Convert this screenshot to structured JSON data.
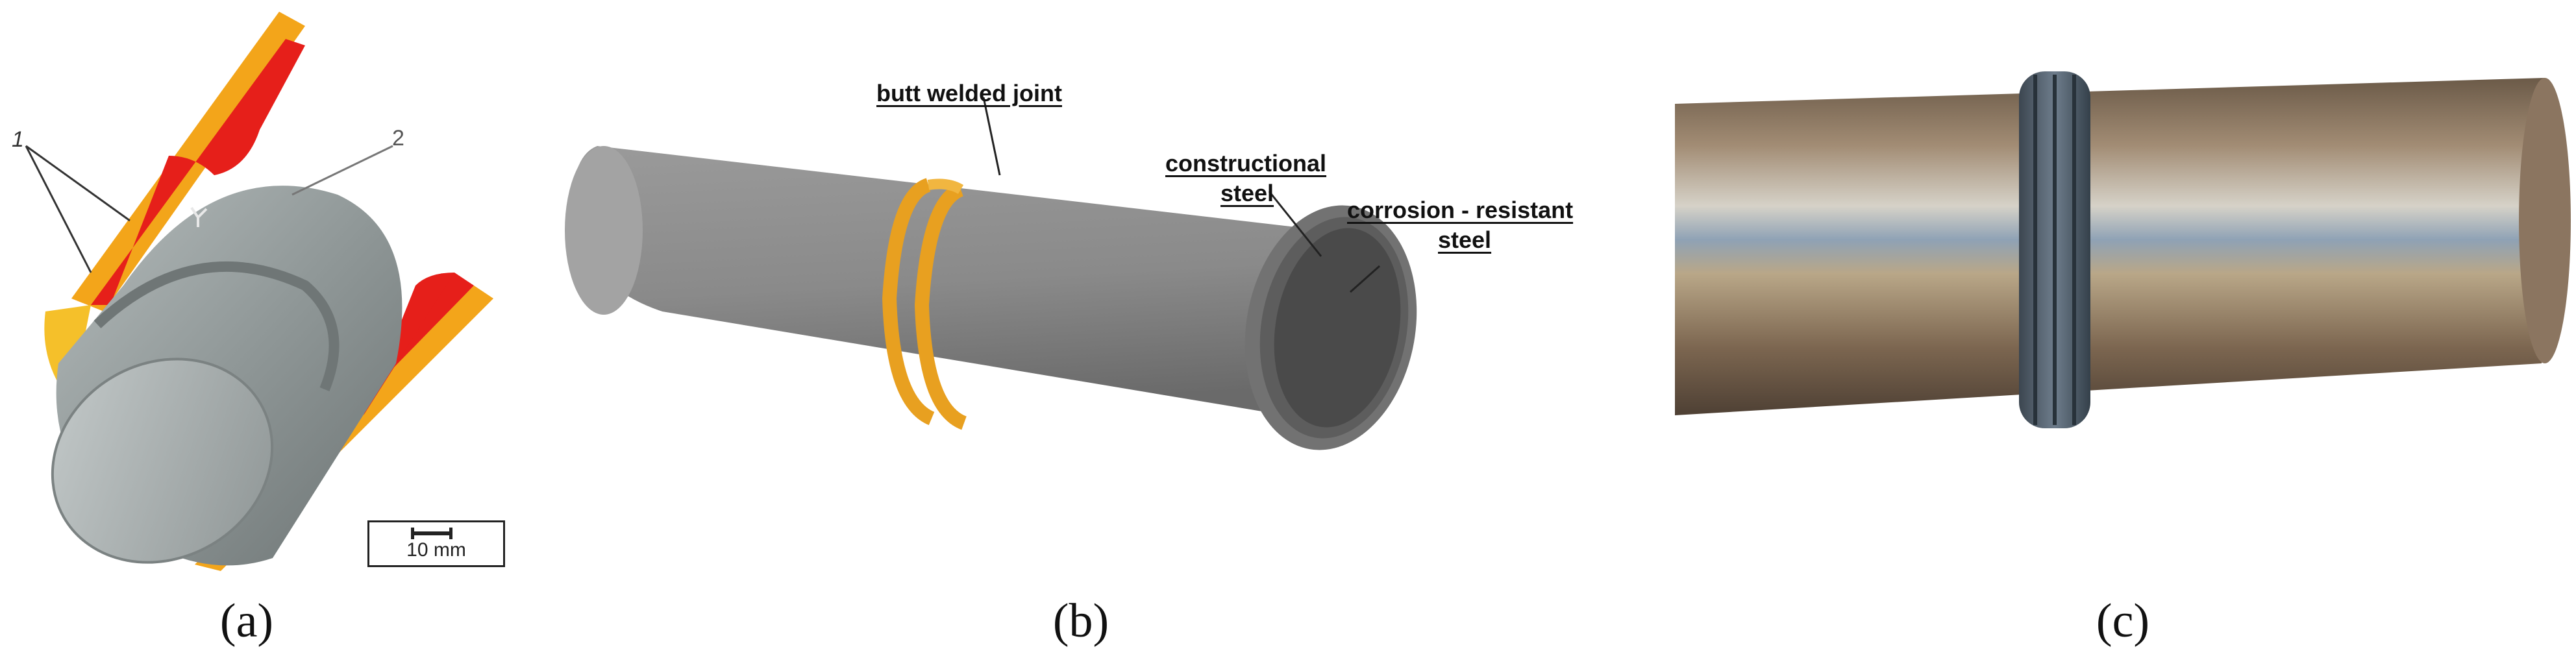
{
  "panel_a": {
    "caption": "(a)",
    "label_1": "1",
    "label_2": "2",
    "scale_text": "10 mm"
  },
  "panel_b": {
    "caption": "(b)",
    "label_weld": "butt welded joint",
    "label_constructional_1": "constructional",
    "label_constructional_2": "steel",
    "label_corrosion_1": "corrosion - resistant",
    "label_corrosion_2": "steel"
  },
  "panel_c": {
    "caption": "(c)"
  },
  "colors": {
    "orange": "#f0a51c",
    "red": "#e8201a",
    "steel_grey": "#9aa1a1",
    "pipe_grey": "#8a8a8a"
  }
}
